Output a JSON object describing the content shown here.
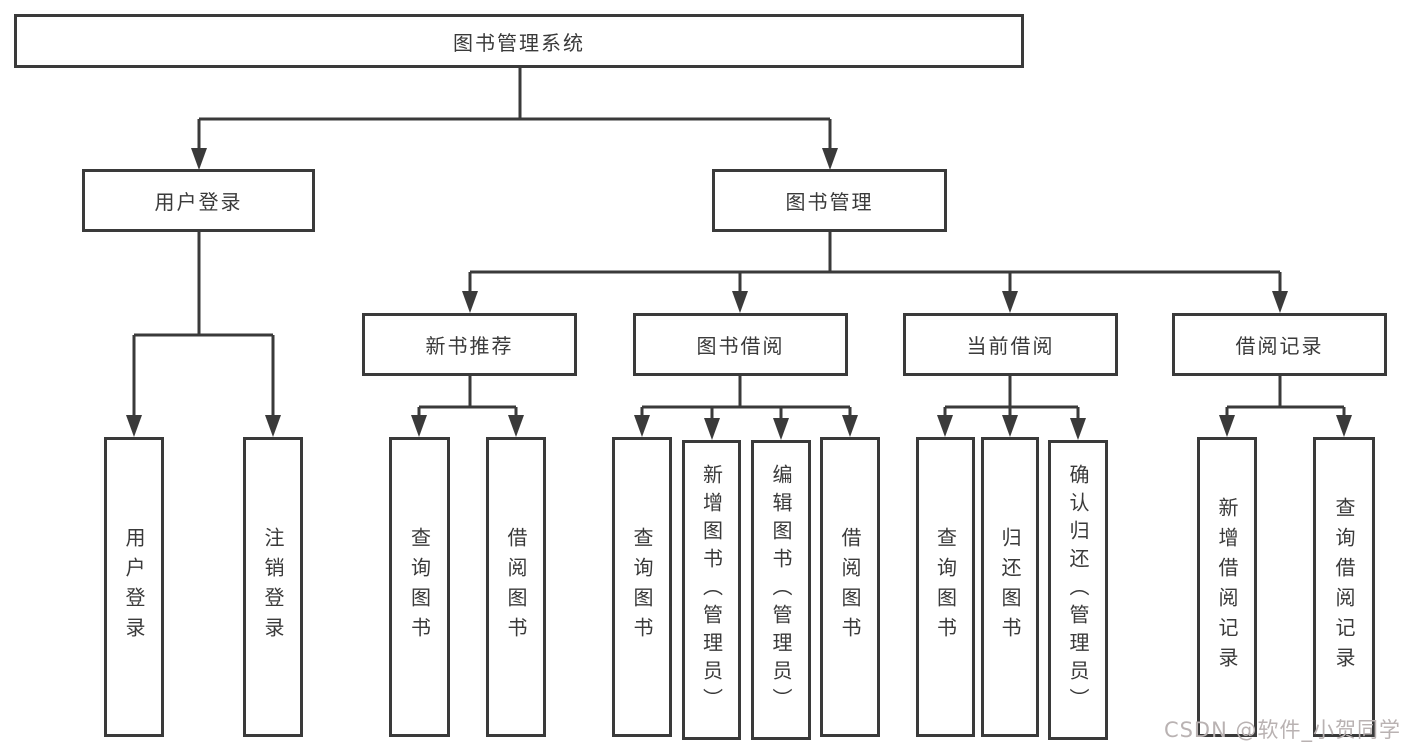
{
  "diagram": {
    "root": {
      "label": "图书管理系统"
    },
    "level2": {
      "user_login": {
        "label": "用户登录"
      },
      "book_mgmt": {
        "label": "图书管理"
      }
    },
    "level3": {
      "new_book_rec": {
        "label": "新书推荐"
      },
      "book_borrow": {
        "label": "图书借阅"
      },
      "current_borrow": {
        "label": "当前借阅"
      },
      "borrow_records": {
        "label": "借阅记录"
      }
    },
    "leaves": {
      "leaf_user_login": {
        "label": "用户登录",
        "parent": "用户登录"
      },
      "leaf_logout": {
        "label": "注销登录",
        "parent": "用户登录"
      },
      "nb_query": {
        "label": "查询图书",
        "parent": "新书推荐"
      },
      "nb_borrow": {
        "label": "借阅图书",
        "parent": "新书推荐"
      },
      "bb_query": {
        "label": "查询图书",
        "parent": "图书借阅"
      },
      "bb_add": {
        "label": "新增图书（管理员）",
        "parent": "图书借阅"
      },
      "bb_edit": {
        "label": "编辑图书（管理员）",
        "parent": "图书借阅"
      },
      "bb_borrow": {
        "label": "借阅图书",
        "parent": "图书借阅"
      },
      "cb_query": {
        "label": "查询图书",
        "parent": "当前借阅"
      },
      "cb_return": {
        "label": "归还图书",
        "parent": "当前借阅"
      },
      "cb_confirm": {
        "label": "确认归还（管理员）",
        "parent": "当前借阅"
      },
      "br_add": {
        "label": "新增借阅记录",
        "parent": "借阅记录"
      },
      "br_query": {
        "label": "查询借阅记录",
        "parent": "借阅记录"
      }
    }
  },
  "watermark": {
    "text": "CSDN @软件_小贺同学"
  },
  "colors": {
    "line": "#3a3a3a",
    "text": "#3a3a3a",
    "box_background": "#ffffff",
    "page_background": "#ffffff",
    "watermark": "#b9b2b2"
  }
}
